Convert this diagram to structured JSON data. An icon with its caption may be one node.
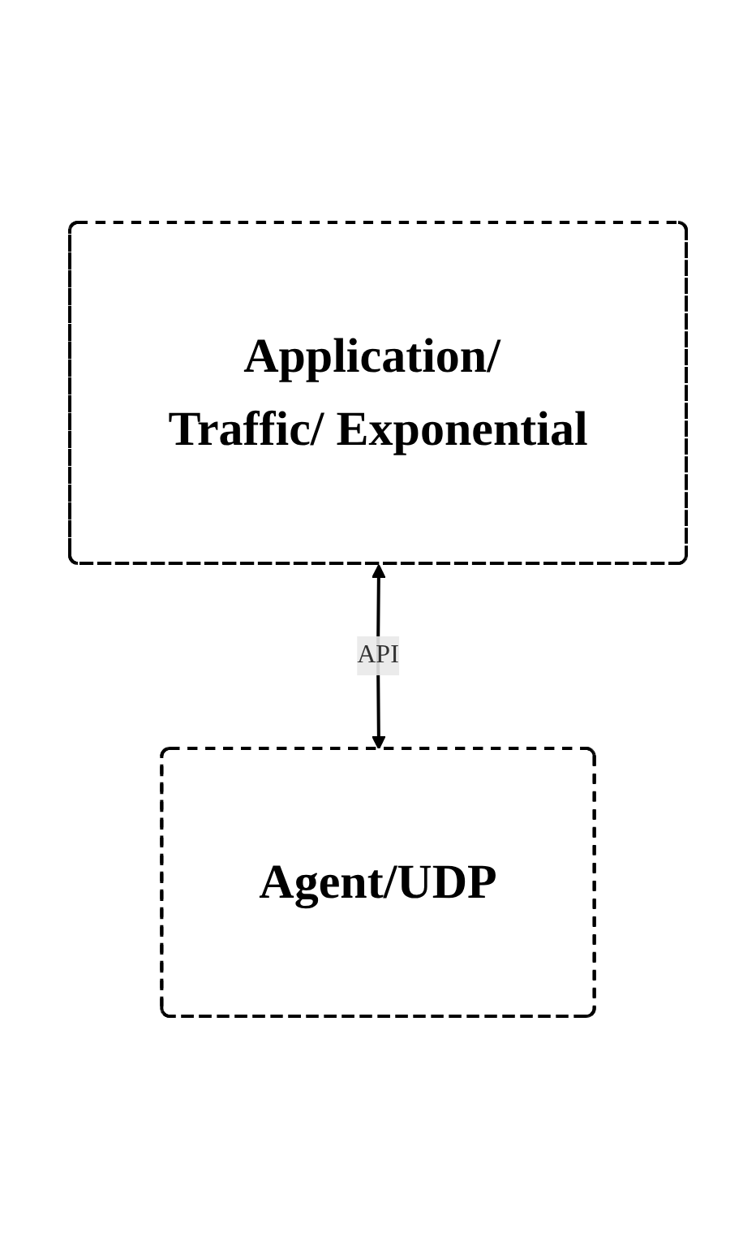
{
  "diagram": {
    "nodes": [
      {
        "text": [
          "Application/ Traffic/ Exponential"
        ]
      },
      {
        "text": [
          "Agent/UDP"
        ]
      }
    ],
    "edges": [
      {
        "from": 0,
        "to": 1,
        "arrow": "both",
        "label": "API"
      }
    ]
  }
}
